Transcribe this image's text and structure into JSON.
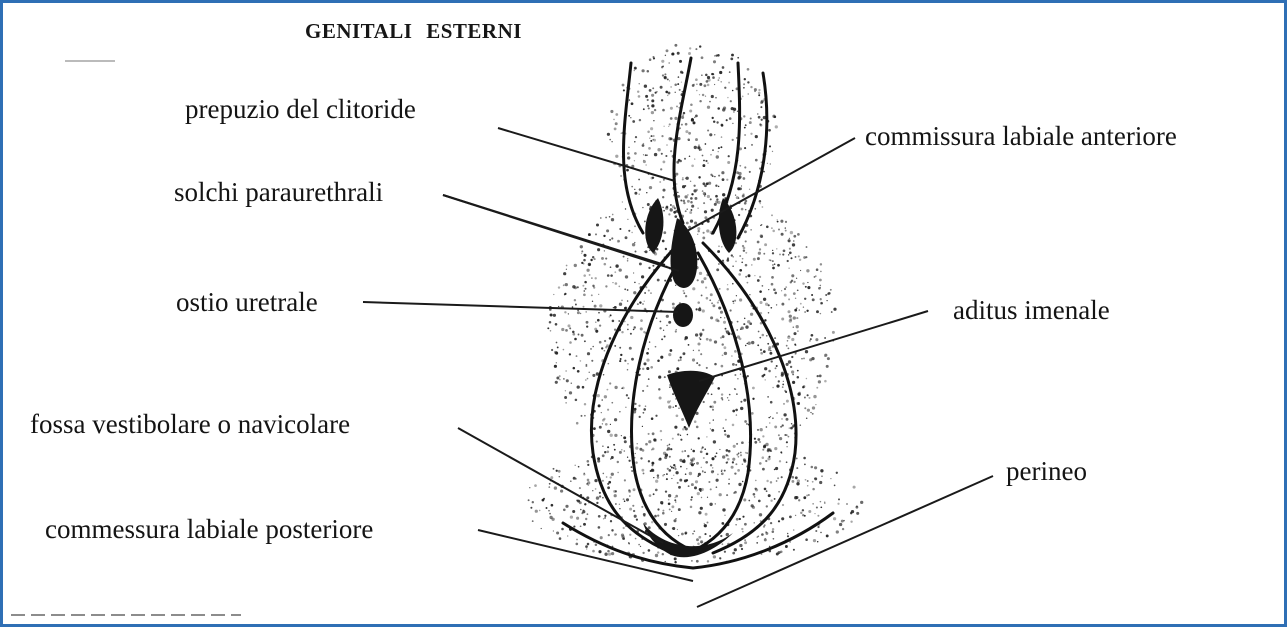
{
  "title": "GENITALI  ESTERNI",
  "colors": {
    "frame_border": "#2f6fb5",
    "ink": "#141414",
    "background": "#ffffff"
  },
  "labels": {
    "prepuce": "prepuzio del clitoride",
    "anterior_commissure": "commissura labiale anteriore",
    "paraurethral_grooves": "solchi paraurethrali",
    "urethral_orifice": "ostio uretrale",
    "hymenal_aditus": "aditus imenale",
    "vestibular_fossa": "fossa vestibolare o navicolare",
    "perineum": "perineo",
    "posterior_commissure": "commessura labiale posteriore"
  }
}
